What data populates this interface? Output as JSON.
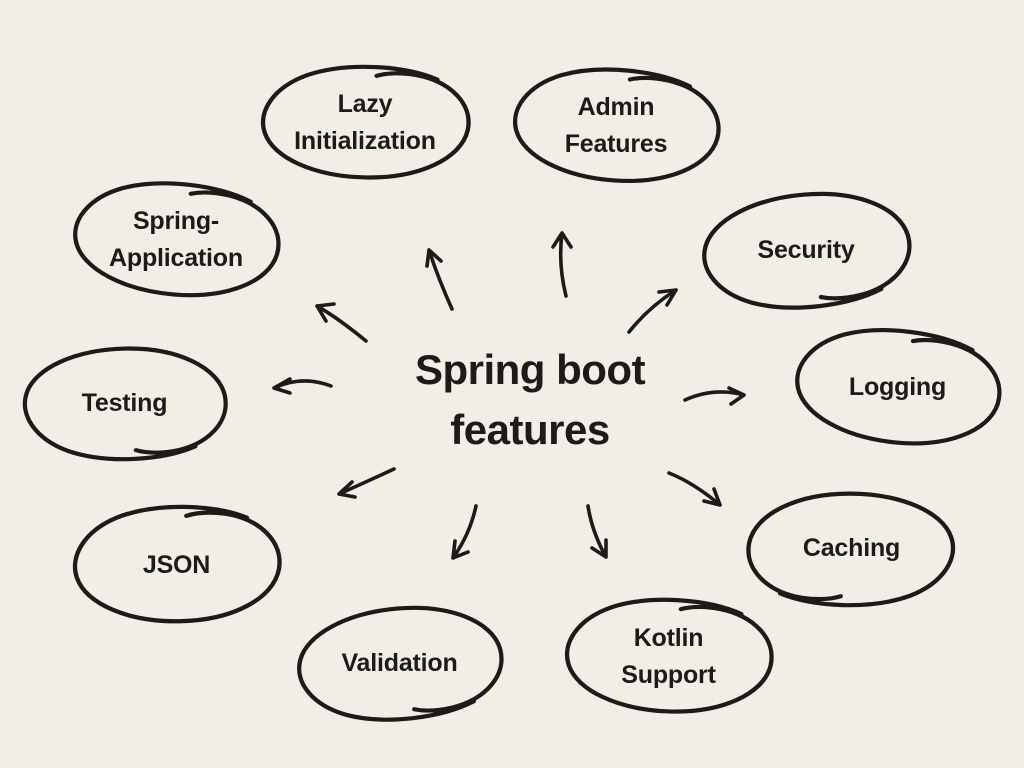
{
  "title": "Spring boot features mind map",
  "colors": {
    "background": "#F2EDE6",
    "ink": "#1D1B18"
  },
  "center": {
    "lines": [
      "Spring boot",
      "features"
    ]
  },
  "nodes": [
    {
      "id": "lazy-initialization",
      "lines": [
        "Lazy",
        "Initialization"
      ]
    },
    {
      "id": "admin-features",
      "lines": [
        "Admin",
        "Features"
      ]
    },
    {
      "id": "security",
      "lines": [
        "Security"
      ]
    },
    {
      "id": "logging",
      "lines": [
        "Logging"
      ]
    },
    {
      "id": "caching",
      "lines": [
        "Caching"
      ]
    },
    {
      "id": "kotlin-support",
      "lines": [
        "Kotlin",
        "Support"
      ]
    },
    {
      "id": "validation",
      "lines": [
        "Validation"
      ]
    },
    {
      "id": "json",
      "lines": [
        "JSON"
      ]
    },
    {
      "id": "testing",
      "lines": [
        "Testing"
      ]
    },
    {
      "id": "spring-application",
      "lines": [
        "Spring-",
        "Application"
      ]
    }
  ],
  "edges": [
    {
      "from": "center",
      "to": "lazy-initialization"
    },
    {
      "from": "center",
      "to": "admin-features"
    },
    {
      "from": "center",
      "to": "security"
    },
    {
      "from": "center",
      "to": "logging"
    },
    {
      "from": "center",
      "to": "caching"
    },
    {
      "from": "center",
      "to": "kotlin-support"
    },
    {
      "from": "center",
      "to": "validation"
    },
    {
      "from": "center",
      "to": "json"
    },
    {
      "from": "center",
      "to": "testing"
    },
    {
      "from": "center",
      "to": "spring-application"
    }
  ]
}
